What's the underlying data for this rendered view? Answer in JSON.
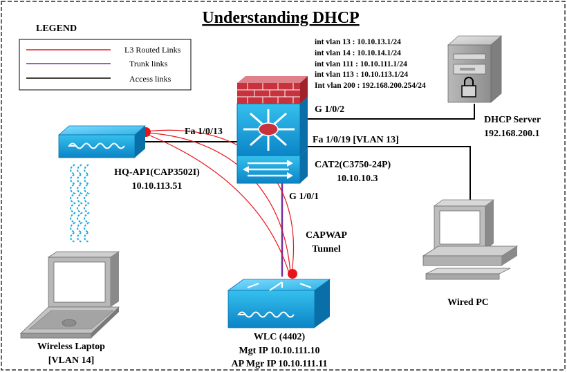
{
  "title": "Understanding DHCP",
  "legend": {
    "heading": "LEGEND",
    "items": [
      {
        "label": "L3 Routed Links",
        "color": "#e8141b"
      },
      {
        "label": "Trunk links",
        "color": "#7030a0"
      },
      {
        "label": "Access links",
        "color": "#000000"
      }
    ]
  },
  "switch_config": [
    "int vlan 13  : 10.10.13.1/24",
    "int vlan 14  : 10.10.14.1/24",
    "int vlan 111  : 10.10.111.1/24",
    "int vlan 113 : 10.10.113.1/24",
    "Int vlan 200 : 192.168.200.254/24"
  ],
  "ports": {
    "server": "G 1/0/2",
    "ap": "Fa 1/0/13",
    "pc": "Fa 1/0/19 [VLAN 13]",
    "wlc": "G 1/0/1"
  },
  "core_switch": {
    "name": "CAT2(C3750-24P)",
    "ip": "10.10.10.3"
  },
  "dhcp_server": {
    "name": "DHCP Server",
    "ip": "192.168.200.1"
  },
  "access_point": {
    "name": "HQ-AP1(CAP3502I)",
    "ip": "10.10.113.51"
  },
  "tunnel": {
    "line1": "CAPWAP",
    "line2": "Tunnel"
  },
  "wlc": {
    "name": "WLC (4402)",
    "mgmt": "Mgt IP 10.10.111.10",
    "ap_mgr": "AP Mgr IP 10.10.111.11"
  },
  "laptop": {
    "name": "Wireless Laptop",
    "vlan": "[VLAN 14]"
  },
  "pc": {
    "name": "Wired PC"
  },
  "colors": {
    "device_blue": "#1ea8e0",
    "firewall_red": "#c8323c",
    "tunnel_red": "#e8141b",
    "trunk": "#7030a0"
  }
}
